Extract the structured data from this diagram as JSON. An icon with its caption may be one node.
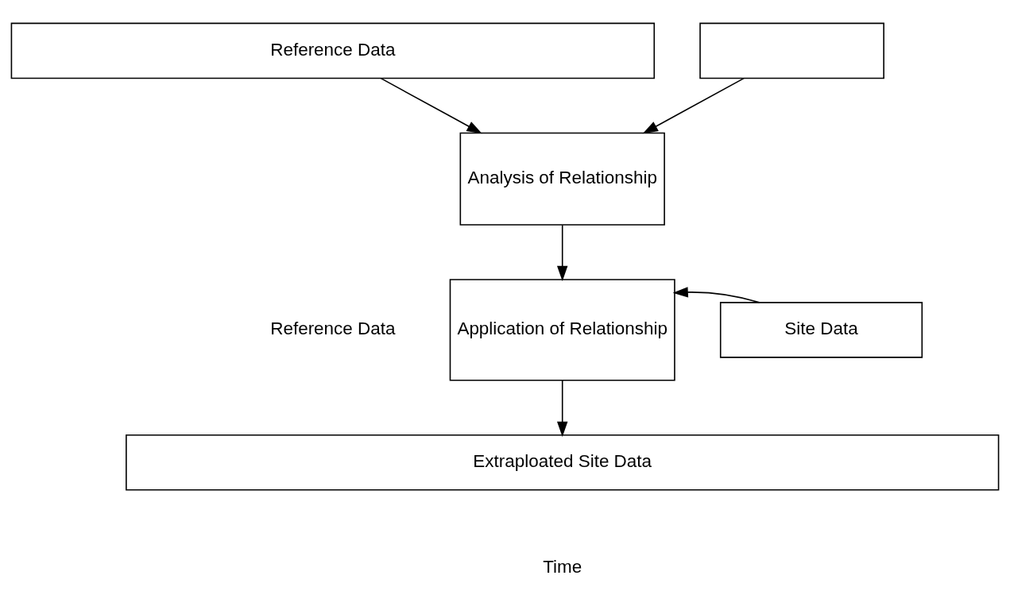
{
  "diagram": {
    "nodes": [
      {
        "text": [
          "Reference Data"
        ]
      },
      {
        "text": [],
        "shape": "box"
      },
      {
        "text": [
          "Analysis of Relationship"
        ]
      },
      {
        "text": [
          "Application of Relationship"
        ]
      },
      {
        "text": [
          "Site Data"
        ]
      },
      {
        "text": [
          "Extraploated Site Data"
        ]
      }
    ],
    "edges": [
      {
        "from": 0,
        "to": 2,
        "arrow": "to"
      },
      {
        "from": 1,
        "to": 2,
        "arrow": "to"
      },
      {
        "from": 2,
        "to": 3,
        "arrow": "to"
      },
      {
        "from": 4,
        "to": 3,
        "arrow": "to"
      },
      {
        "from": 3,
        "to": 5,
        "arrow": "to"
      }
    ],
    "labels": [
      "Reference Data",
      "Time"
    ]
  }
}
